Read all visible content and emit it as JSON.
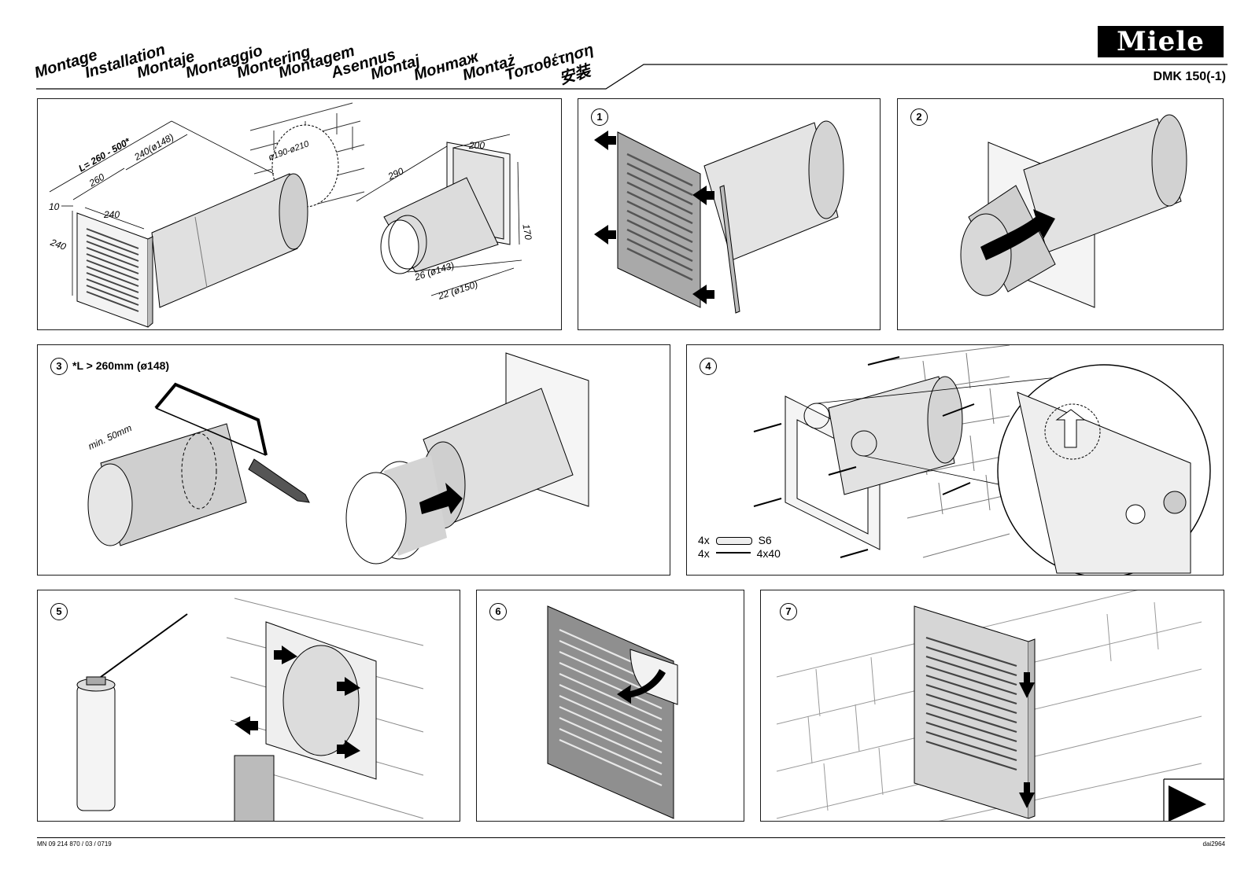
{
  "header": {
    "languages": [
      "Montage",
      "Installation",
      "Montaje",
      "Montaggio",
      "Montering",
      "Montagem",
      "Asennus",
      "Montaj",
      "Монтаж",
      "Montaż",
      "Τοποθέτηση",
      "安装"
    ],
    "brand": "Miele",
    "model": "DMK 150(-1)"
  },
  "overview": {
    "dims": {
      "length": "L= 260 - 500*",
      "tube_long": "240(ø148)",
      "tube_short": "260",
      "wall_hole": "ø190-ø210",
      "grille_depth": "10",
      "grille_width": "240",
      "grille_height": "240",
      "frame_depth": "290",
      "frame_width": "200",
      "frame_height": "170",
      "ring_1": "26 (ø143)",
      "ring_2": "22 (ø150)"
    }
  },
  "steps": {
    "s1": "1",
    "s2": "2",
    "s3": "3",
    "s4": "4",
    "s5": "5",
    "s6": "6",
    "s7": "7",
    "s3_note": "*L > 260mm (ø148)",
    "saw_min": "min. 50mm",
    "s4_dowel_qty": "4x",
    "s4_dowel_size": "S6",
    "s4_screw_qty": "4x",
    "s4_screw_size": "4x40"
  },
  "footer": {
    "doc_number": "MN 09 214 870 / 03 / 0719",
    "drawing_ref": "dai2964"
  }
}
